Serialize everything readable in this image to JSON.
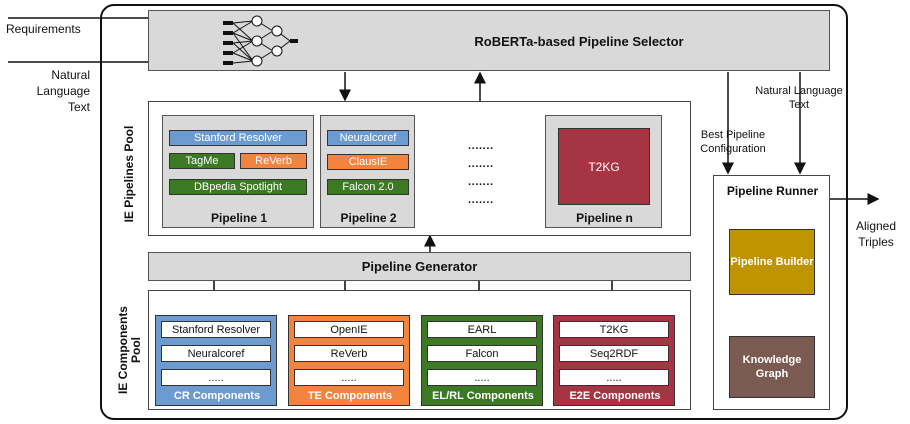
{
  "inputs": {
    "requirements": "Requirements",
    "natural_language_text": "Natural Language Text"
  },
  "selector": {
    "title": "RoBERTa-based Pipeline Selector"
  },
  "pipelines_pool": {
    "label": "IE Pipelines Pool",
    "pipeline1": {
      "title": "Pipeline 1",
      "items": [
        "Stanford Resolver",
        "TagMe",
        "ReVerb",
        "DBpedia Spotlight"
      ]
    },
    "pipeline2": {
      "title": "Pipeline 2",
      "items": [
        "Neuralcoref",
        "ClausIE",
        "Falcon 2.0"
      ]
    },
    "ellipsis": [
      "·······",
      "·······",
      "·······",
      "·······"
    ],
    "pipelinen": {
      "title": "Pipeline n",
      "item": "T2KG"
    }
  },
  "generator": {
    "title": "Pipeline Generator"
  },
  "components_pool": {
    "label": "IE Components Pool",
    "groups": [
      {
        "title": "CR Components",
        "items": [
          "Stanford Resolver",
          "Neuralcoref",
          "....."
        ],
        "color": "#6c9bd2"
      },
      {
        "title": "TE Components",
        "items": [
          "OpenIE",
          "ReVerb",
          "....."
        ],
        "color": "#f4843d"
      },
      {
        "title": "EL/RL Components",
        "items": [
          "EARL",
          "Falcon",
          "....."
        ],
        "color": "#3b7a22"
      },
      {
        "title": "E2E Components",
        "items": [
          "T2KG",
          "Seq2RDF",
          "....."
        ],
        "color": "#a63442"
      }
    ]
  },
  "runner": {
    "title": "Pipeline Runner",
    "builder": "Pipeline Builder",
    "knowledge_graph": "Knowledge Graph"
  },
  "edge_labels": {
    "best_config": "Best Pipeline Configuration",
    "nl_text": "Natural Language Text",
    "aligned_triples": "Aligned Triples"
  }
}
